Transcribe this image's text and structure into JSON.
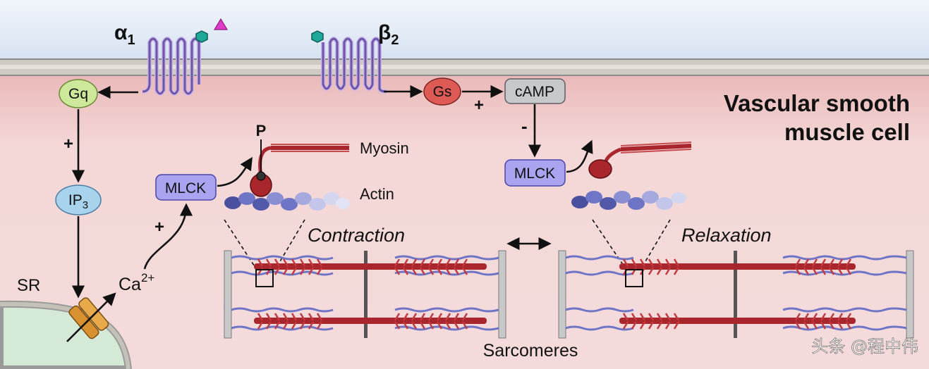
{
  "receptors": {
    "alpha1": {
      "letter": "α",
      "sub": "1"
    },
    "beta2": {
      "letter": "β",
      "sub": "2"
    }
  },
  "nodes": {
    "gq": "Gq",
    "gs": "Gs",
    "camp": "cAMP",
    "ip3": {
      "base": "IP",
      "sub": "3"
    },
    "mlck_left": "MLCK",
    "mlck_right": "MLCK",
    "ca": {
      "base": "Ca",
      "sup": "2+"
    },
    "sr": "SR"
  },
  "signs": {
    "gs_camp": "+",
    "gq_ip3": "+",
    "ca_mlck": "+",
    "camp_mlck": "-"
  },
  "labels": {
    "phospho": "P",
    "myosin": "Myosin",
    "actin": "Actin",
    "contraction": "Contraction",
    "relaxation": "Relaxation",
    "sarcomeres": "Sarcomeres",
    "title_line1": "Vascular smooth",
    "title_line2": "muscle cell",
    "watermark": "头条 @程中伟"
  },
  "colors": {
    "extracellular": "#dfe9f5",
    "cytoplasm": "#f3d6d6",
    "membrane": "#cfcbc2",
    "gq": "#cde89a",
    "gs": "#de5a55",
    "camp": "#c7c8cc",
    "ip3": "#a8d3ec",
    "mlck": "#a9a3f0",
    "sr": "#d5e9d7",
    "channel": "#d9912f",
    "receptor": "#b79ee3",
    "myosin": "#a9262c",
    "actin": "#6f75c6"
  }
}
